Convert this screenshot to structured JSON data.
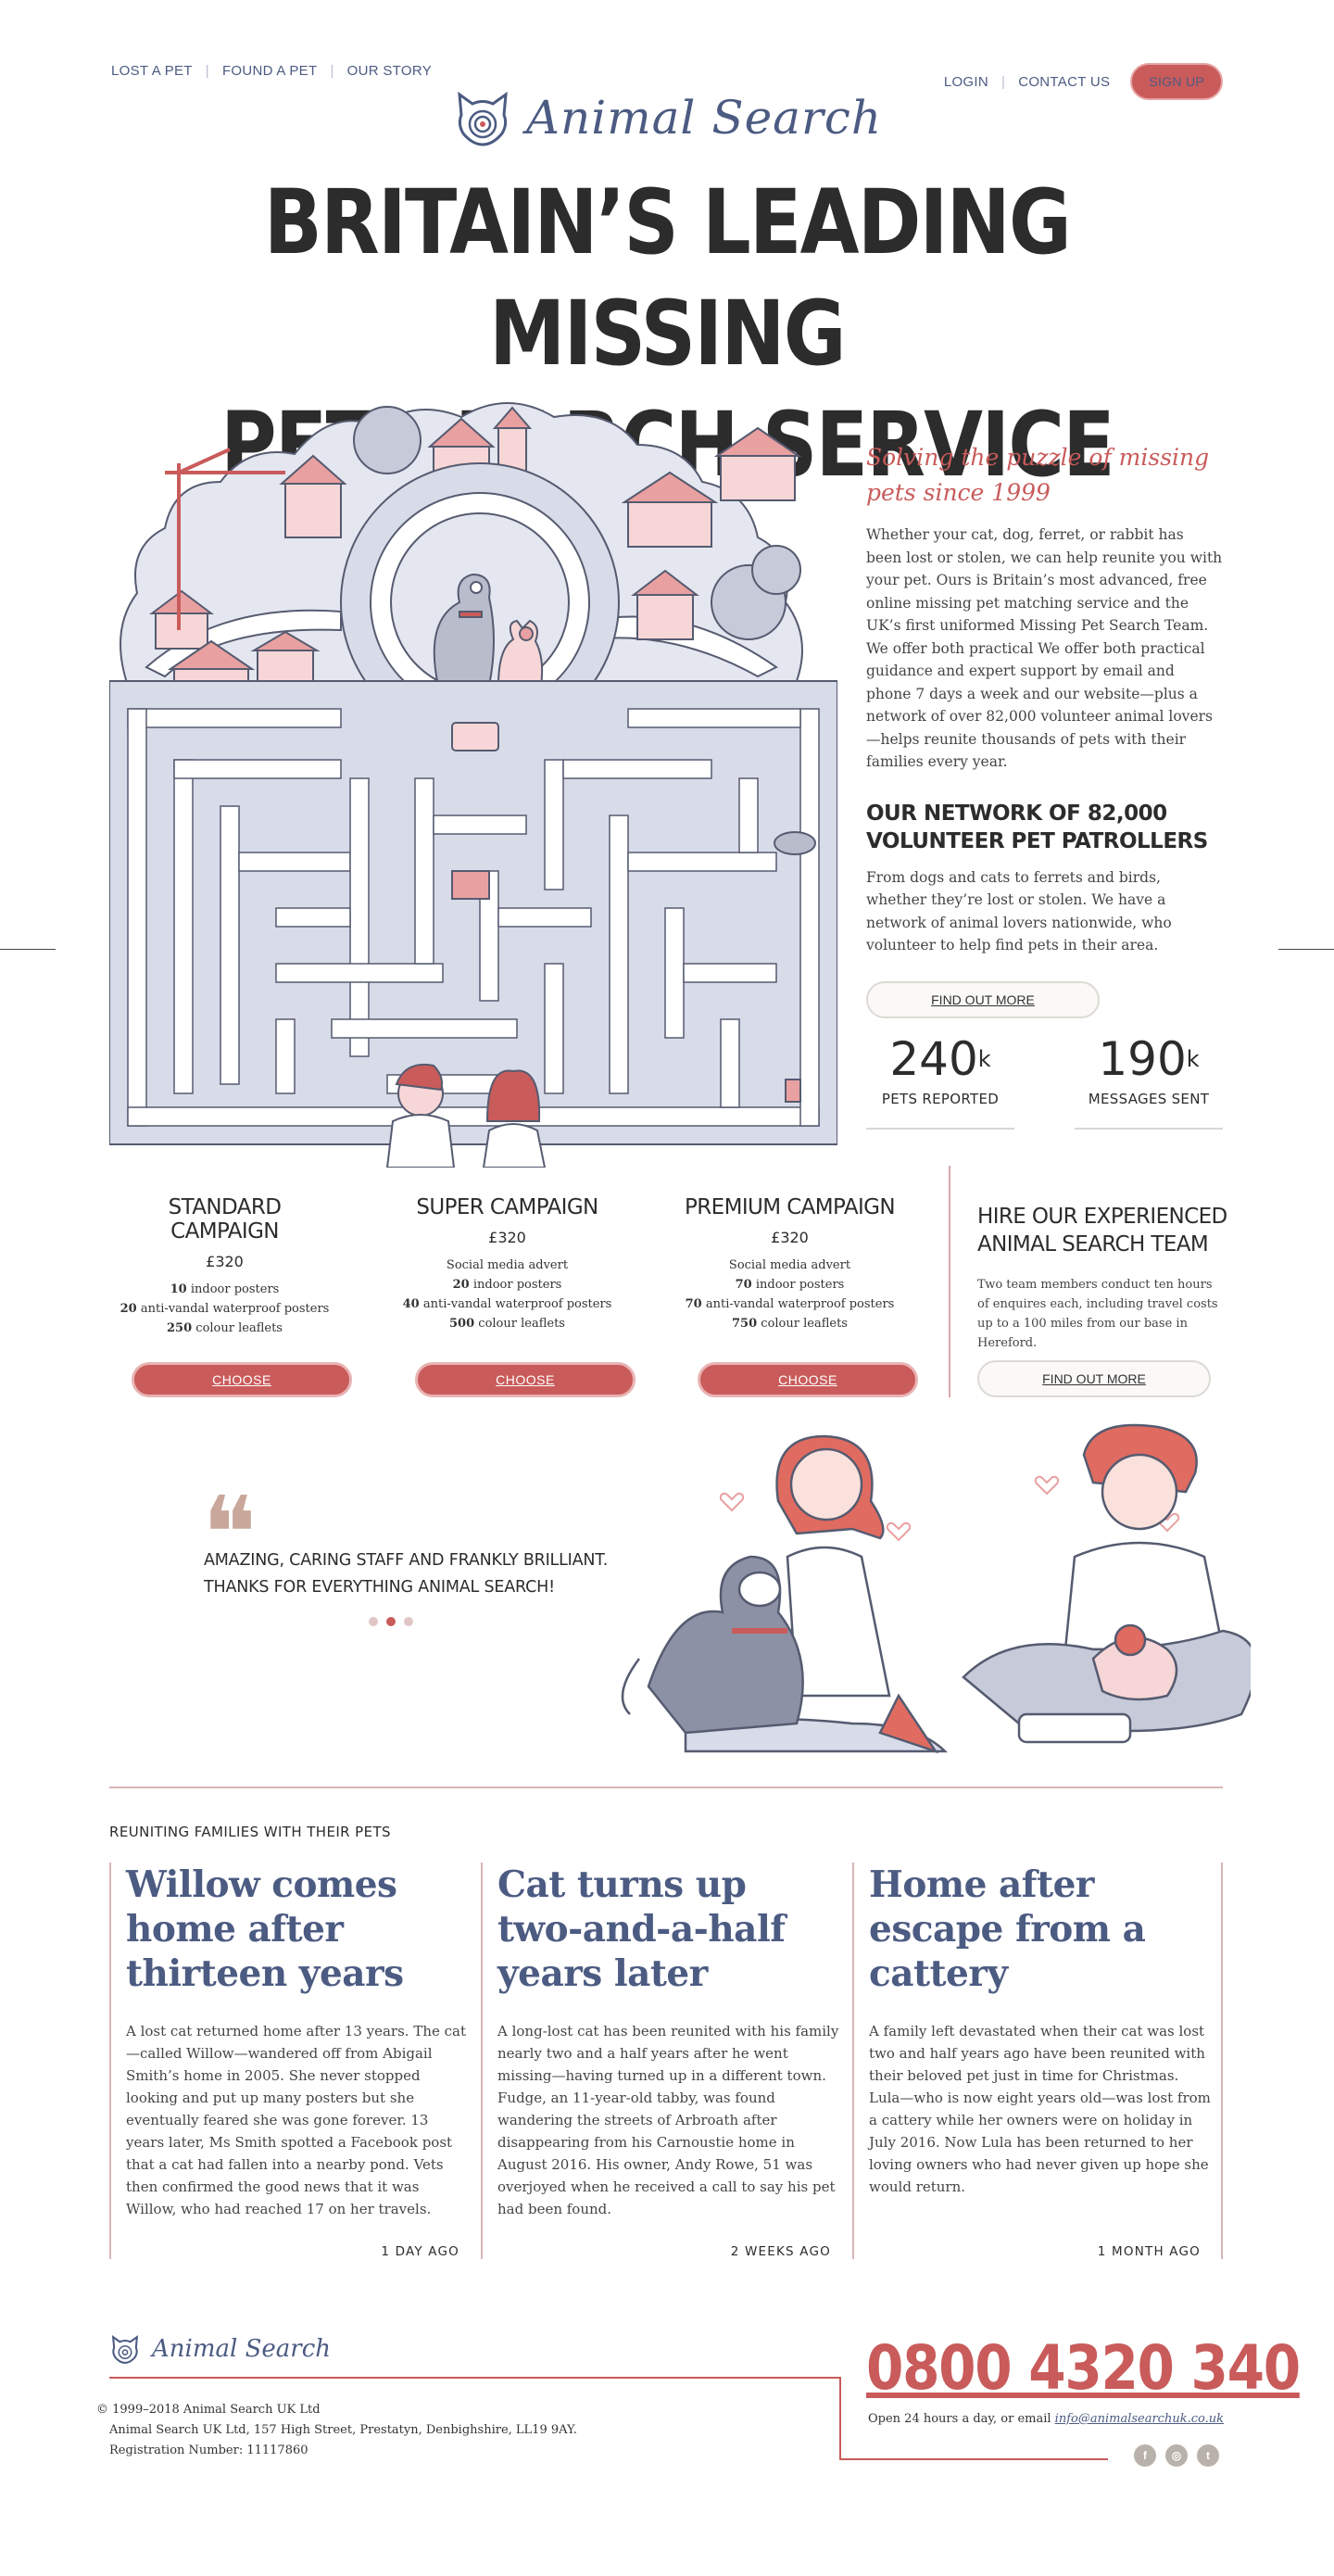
{
  "nav": {
    "left": [
      "LOST A PET",
      "FOUND A PET",
      "OUR STORY"
    ],
    "login": "LOGIN",
    "contact": "CONTACT US",
    "signup": "SIGN UP"
  },
  "brand": {
    "name": "Animal Search"
  },
  "hero": {
    "line1": "BRITAIN’S LEADING MISSING",
    "line2": "PET SEARCH SERVICE"
  },
  "intro": {
    "tagline": "Solving the puzzle of missing pets since 1999",
    "body": "Whether your cat, dog, ferret, or rabbit has been lost or stolen, we can help reunite you with your pet. Ours is Britain’s most advanced, free online missing pet matching service and the UK’s first uniformed Missing Pet Search Team. We offer both practical We offer both practical guidance and expert support by email and phone 7 days a week and our website—plus a network of over 82,000 volunteer animal lovers—helps reunite thousands of pets with their families every year.",
    "network_title": "OUR NETWORK OF 82,000 VOLUNTEER PET PATROLLERS",
    "network_body": "From dogs and cats to ferrets and birds, whether they’re lost or stolen. We have a network of animal lovers nationwide, who volunteer to help find pets in their area.",
    "button": "FIND OUT MORE"
  },
  "stats": [
    {
      "value": "240",
      "suffix": "k",
      "label": "PETS REPORTED"
    },
    {
      "value": "190",
      "suffix": "k",
      "label": "MESSAGES SENT"
    }
  ],
  "campaigns": [
    {
      "title": "STANDARD CAMPAIGN",
      "price": "£320",
      "items": [
        {
          "n": "10",
          "t": " indoor posters"
        },
        {
          "n": "20",
          "t": " anti-vandal waterproof posters"
        },
        {
          "n": "250",
          "t": " colour leaflets"
        }
      ],
      "button": "CHOOSE"
    },
    {
      "title": "SUPER CAMPAIGN",
      "price": "£320",
      "items": [
        {
          "n": "",
          "t": "Social media advert"
        },
        {
          "n": "20",
          "t": " indoor posters"
        },
        {
          "n": "40",
          "t": " anti-vandal waterproof posters"
        },
        {
          "n": "500",
          "t": " colour leaflets"
        }
      ],
      "button": "CHOOSE"
    },
    {
      "title": "PREMIUM CAMPAIGN",
      "price": "£320",
      "items": [
        {
          "n": "",
          "t": "Social media advert"
        },
        {
          "n": "70",
          "t": " indoor posters"
        },
        {
          "n": "70",
          "t": " anti-vandal waterproof posters"
        },
        {
          "n": "750",
          "t": " colour leaflets"
        }
      ],
      "button": "CHOOSE"
    }
  ],
  "hire": {
    "title": "HIRE OUR EXPERIENCED ANIMAL SEARCH TEAM",
    "body": "Two team members conduct ten hours of enquires each, including travel costs up to a 100 miles from our base in Hereford.",
    "button": "FIND OUT MORE"
  },
  "testimonial": {
    "mark": "❝",
    "text": "AMAZING, CARING STAFF AND FRANKLY BRILLIANT. THANKS FOR EVERYTHING ANIMAL SEARCH!",
    "slides": 3,
    "active": 1
  },
  "stories": {
    "heading": "REUNITING FAMILIES WITH THEIR PETS",
    "items": [
      {
        "title": "Willow comes home after thirteen years",
        "body": "A lost cat returned home after 13 years. The cat—called Willow—wandered off from Abigail Smith’s home in 2005. She never stopped looking and put up many posters but she eventually feared she was gone forever. 13 years later, Ms Smith spotted a Facebook post that a cat had fallen into a nearby pond. Vets then confirmed the good news that it was Willow, who had reached 17 on her travels.",
        "date": "1 DAY AGO"
      },
      {
        "title": "Cat turns up two-and-a-half years later",
        "body": "A long-lost cat has been reunited with his family nearly two and a half years after he went missing—having turned up in a different town. Fudge, an 11-year-old tabby, was found wandering the streets of Arbroath after disappearing from his Carnoustie home in August 2016. His owner, Andy Rowe, 51 was overjoyed when he received a call to say his pet had been found.",
        "date": "2 WEEKS AGO"
      },
      {
        "title": "Home after escape from a cattery",
        "body": "A family left devastated when their cat was lost two and half years ago have been reunited with their beloved pet just in time for Christmas. Lula—who is now eight years old—was lost from a cattery while her owners were on holiday in July 2016. Now Lula has been returned to her loving owners who had never given up hope she would return.",
        "date": "1 MONTH AGO"
      }
    ]
  },
  "footer": {
    "brand": "Animal Search",
    "copyright": "© 1999–2018 Animal Search UK Ltd",
    "address": "Animal Search UK Ltd, 157 High Street, Prestatyn, Denbighshire, LL19 9AY.",
    "registration": "Registration Number: 11117860",
    "phone": "0800 4320 340",
    "open_text": "Open 24 hours a day, or email ",
    "email": "info@animalsearchuk.co.uk",
    "social": [
      "facebook-icon",
      "instagram-icon",
      "twitter-icon"
    ]
  },
  "colors": {
    "accent": "#c95b5b",
    "brand_blue": "#4c5b82",
    "maze_fill": "#e4e6f0"
  }
}
